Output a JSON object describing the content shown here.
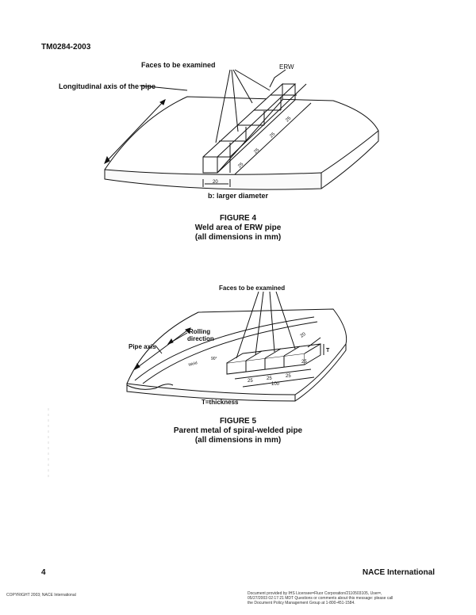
{
  "header": {
    "doc_code": "TM0284-2003"
  },
  "figure4": {
    "label_faces": "Faces to be examined",
    "label_erw": "ERW",
    "label_axis": "Longitudinal axis of the pipe",
    "dim_20": "20",
    "dim_25_a": "25",
    "dim_25_b": "25",
    "dim_25_c": "25",
    "dim_25_d": "25",
    "label_sub": "b: larger diameter",
    "caption_title": "FIGURE 4",
    "caption_line1": "Weld area of ERW pipe",
    "caption_line2": "(all dimensions in mm)"
  },
  "figure5": {
    "label_faces": "Faces to be examined",
    "label_rolling_1": "Rolling",
    "label_rolling_2": "direction",
    "label_pipe_axis": "Pipe axis",
    "label_weld": "Weld",
    "label_90": "90°",
    "dim_20_top": "20",
    "dim_t": "T",
    "dim_25_a": "25",
    "dim_25_b": "25",
    "dim_25_c": "25",
    "dim_25_d": "25",
    "dim_100": "100",
    "label_thickness": "T=thickness",
    "caption_title": "FIGURE 5",
    "caption_line1": "Parent metal of spiral-welded pipe",
    "caption_line2": "(all dimensions in mm)"
  },
  "footer": {
    "page_number": "4",
    "organization": "NACE International",
    "copyright": "COPYRIGHT 2003; NACE International",
    "notice_line1": "Document provided by IHS Licensee=Fluor Corporation/2110503105, User=,",
    "notice_line2": "05/27/2003 02:17:21 MDT Questions or comments about this message: please call",
    "notice_line3": "the Document Policy Management Group at 1-800-451-1584."
  }
}
